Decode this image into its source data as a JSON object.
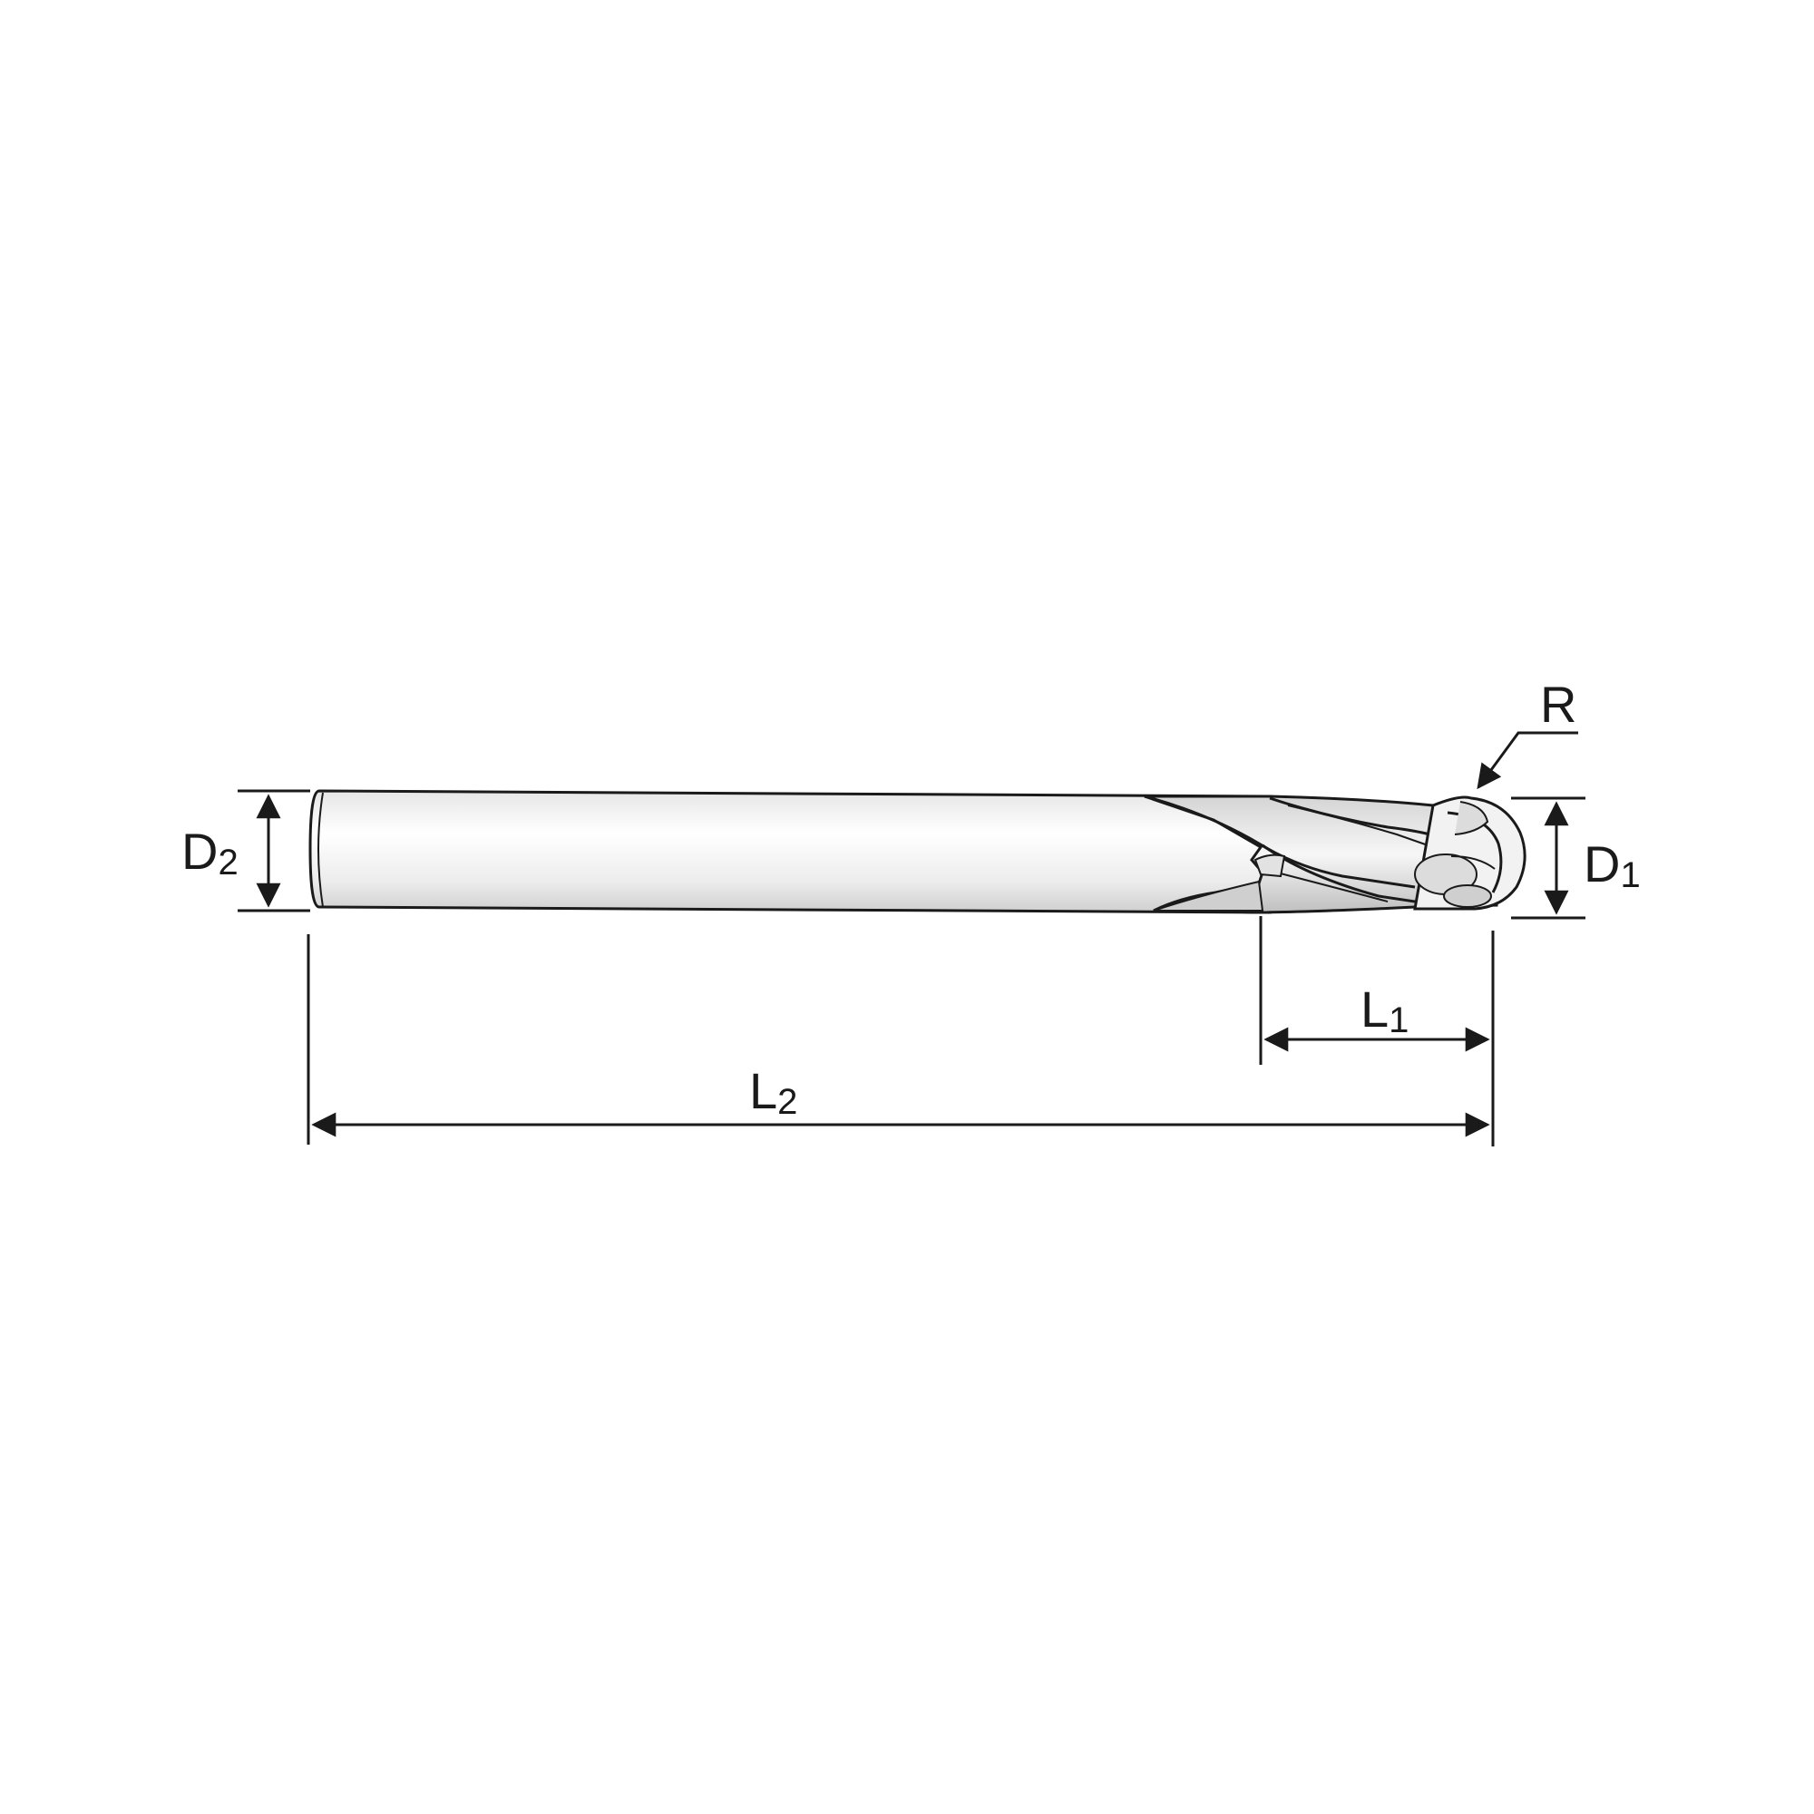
{
  "labels": {
    "d2": {
      "main": "D",
      "sub": "2"
    },
    "d1": {
      "main": "D",
      "sub": "1"
    },
    "l1": {
      "main": "L",
      "sub": "1"
    },
    "l2": {
      "main": "L",
      "sub": "2"
    },
    "r": "R"
  },
  "colors": {
    "line": "#1a1a1a",
    "body_light": "#f4f4f4",
    "body_mid": "#d9d9d9",
    "body_dark": "#bdbdbd",
    "background": "#ffffff"
  },
  "icons": {
    "tool": "ball-nose-end-mill-icon"
  }
}
